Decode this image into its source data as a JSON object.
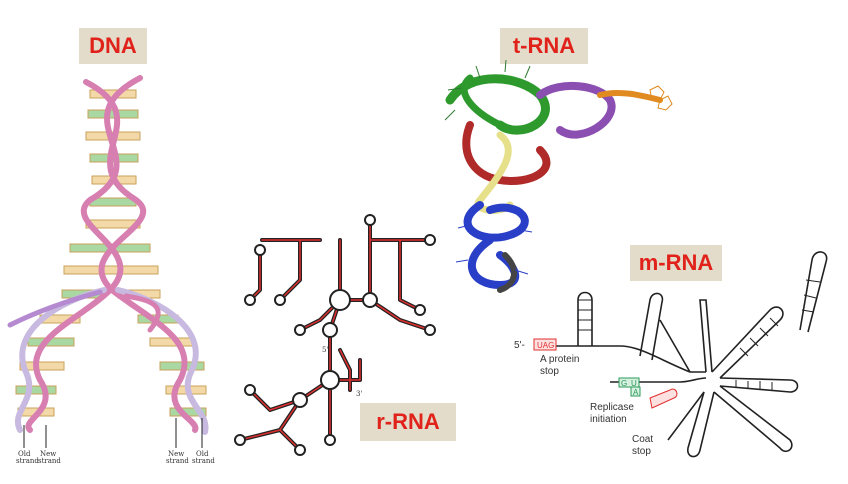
{
  "labels": {
    "dna": "DNA",
    "trna": "t-RNA",
    "mrna": "m-RNA",
    "rrna": "r-RNA"
  },
  "dna": {
    "old_strand_left": [
      "Old",
      "strand"
    ],
    "new_strand_left": [
      "New",
      "strand"
    ],
    "new_strand_right": [
      "New",
      "strand"
    ],
    "old_strand_right": [
      "Old",
      "strand"
    ]
  },
  "rrna": {
    "end_5": "5'",
    "end_3": "3'"
  },
  "mrna": {
    "five_prime": "5'-",
    "stop_codon": "UAG",
    "protein_stop": [
      "A protein",
      "stop"
    ],
    "replicase": [
      "Replicase",
      "initiation"
    ],
    "coat_stop": [
      "Coat",
      "stop"
    ],
    "start_codon_top": [
      "G",
      "U"
    ],
    "start_codon_bottom": "A"
  },
  "colors": {
    "label_bg": "#e3dccb",
    "label_text": "#e0221b",
    "dna_backbone": "#d77fb0",
    "rrna_line": "#e03030",
    "trna_green": "#2e9a2e",
    "trna_purple": "#8a4fb0",
    "trna_orange": "#e08a20",
    "trna_red": "#b02a2a",
    "trna_yellow": "#e6e08a",
    "trna_blue": "#2a3fc8"
  }
}
